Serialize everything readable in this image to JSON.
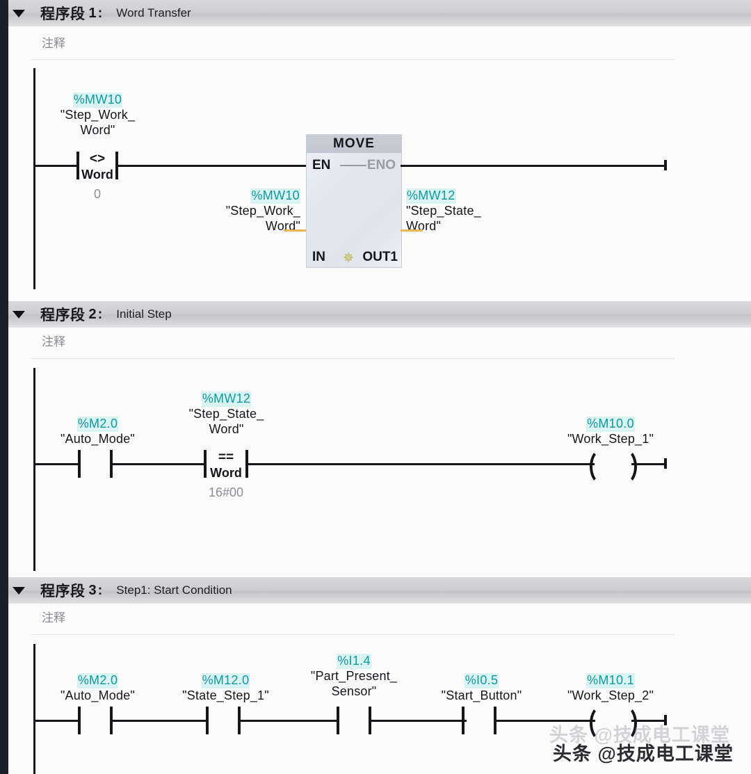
{
  "networks": [
    {
      "collapse_icon": "chevron-down-icon",
      "label": "程序段",
      "number": "1",
      "colon": ":",
      "title": "Word Transfer",
      "comment": "注释",
      "elements": {
        "compare_contact": {
          "address": "%MW10",
          "symbol_line1": "\"Step_Work_",
          "symbol_line2": "Word\"",
          "operator": "<>",
          "data_type": "Word",
          "operand": "0"
        },
        "move_block": {
          "name": "MOVE",
          "en": "EN",
          "eno": "ENO",
          "in_pin": "IN",
          "out_pin": "OUT1",
          "star_icon": "starburst-icon",
          "in_operand": {
            "address": "%MW10",
            "symbol_line1": "\"Step_Work_",
            "symbol_line2": "Word\""
          },
          "out_operand": {
            "address": "%MW12",
            "symbol_line1": "\"Step_State_",
            "symbol_line2": "Word\""
          }
        }
      }
    },
    {
      "collapse_icon": "chevron-down-icon",
      "label": "程序段",
      "number": "2",
      "colon": ":",
      "title": "Initial Step",
      "comment": "注释",
      "elements": {
        "contact1": {
          "address": "%M2.0",
          "symbol_line1": "\"Auto_Mode\"",
          "symbol_line2": ""
        },
        "compare_contact": {
          "address": "%MW12",
          "symbol_line1": "\"Step_State_",
          "symbol_line2": "Word\"",
          "operator": "==",
          "data_type": "Word",
          "operand": "16#00"
        },
        "coil": {
          "address": "%M10.0",
          "symbol_line1": "\"Work_Step_1\"",
          "symbol_line2": ""
        }
      }
    },
    {
      "collapse_icon": "chevron-down-icon",
      "label": "程序段",
      "number": "3",
      "colon": ":",
      "title": "Step1: Start Condition",
      "comment": "注释",
      "elements": {
        "contact1": {
          "address": "%M2.0",
          "symbol_line1": "\"Auto_Mode\"",
          "symbol_line2": ""
        },
        "contact2": {
          "address": "%M12.0",
          "symbol_line1": "\"State_Step_1\"",
          "symbol_line2": ""
        },
        "contact3": {
          "address": "%I1.4",
          "symbol_line1": "\"Part_Present_",
          "symbol_line2": "Sensor\""
        },
        "contact4": {
          "address": "%I0.5",
          "symbol_line1": "\"Start_Button\"",
          "symbol_line2": ""
        },
        "coil": {
          "address": "%M10.1",
          "symbol_line1": "\"Work_Step_2\"",
          "symbol_line2": ""
        }
      }
    }
  ],
  "watermark": {
    "text": "头条 @技成电工课堂",
    "ghost_text": "头条 @技成电工课堂"
  },
  "colors": {
    "address_text": "#119a9e",
    "address_highlight": "#d9f2f2",
    "rung": "#15161a",
    "header_bar": "#cfcfd2",
    "in_wire": "#e8b557",
    "constant_text": "#8c8c92"
  }
}
